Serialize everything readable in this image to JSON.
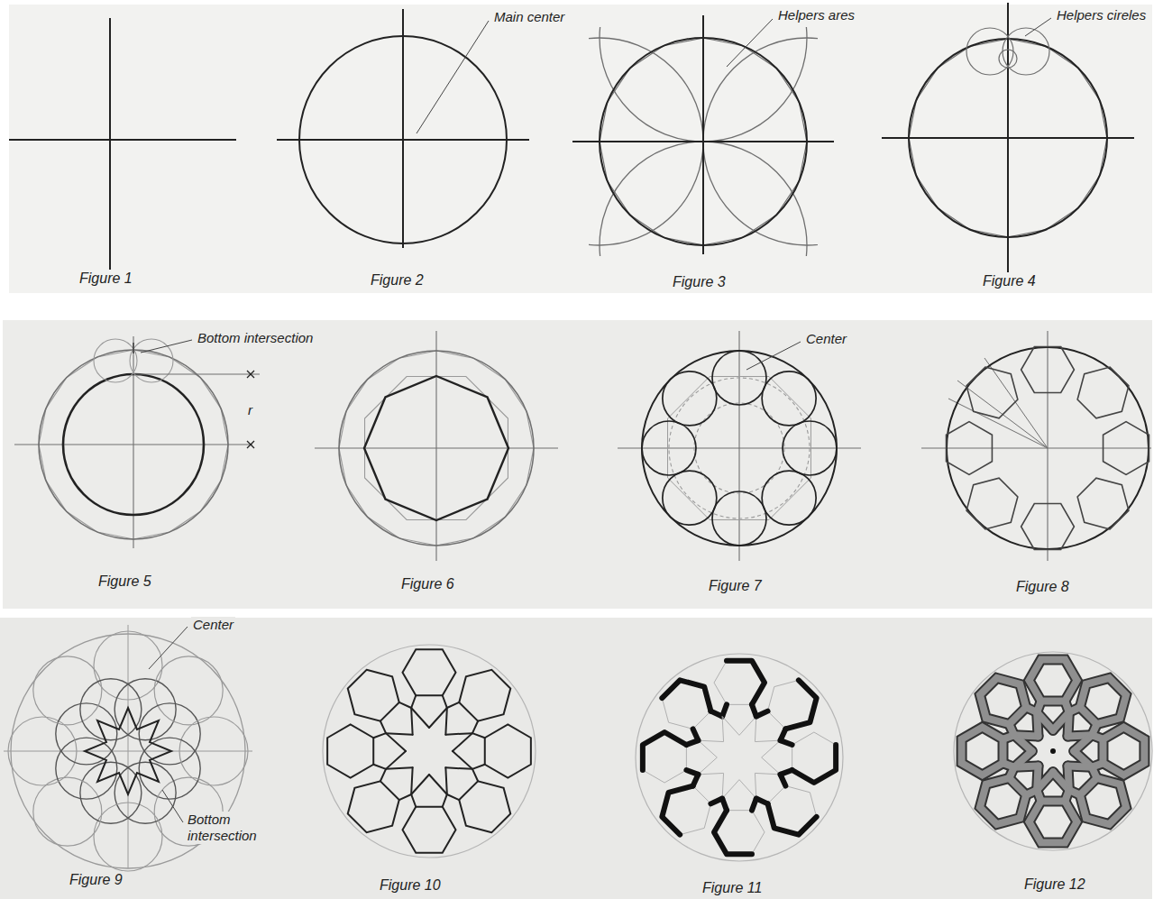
{
  "diagram": {
    "labels": [
      "Main center",
      "Helpers ares",
      "Helpers cireles",
      "Figure 1",
      "Figure 2",
      "Figure 3",
      "Figure 4",
      "Bottom intersection",
      "r",
      "Center",
      "Figure 5",
      "Figure 6",
      "Figure 7",
      "Figure 8",
      "Center",
      "Bottom intersection",
      "Figure 9",
      "Figure 10",
      "Figure 11",
      "Figure 12"
    ]
  }
}
